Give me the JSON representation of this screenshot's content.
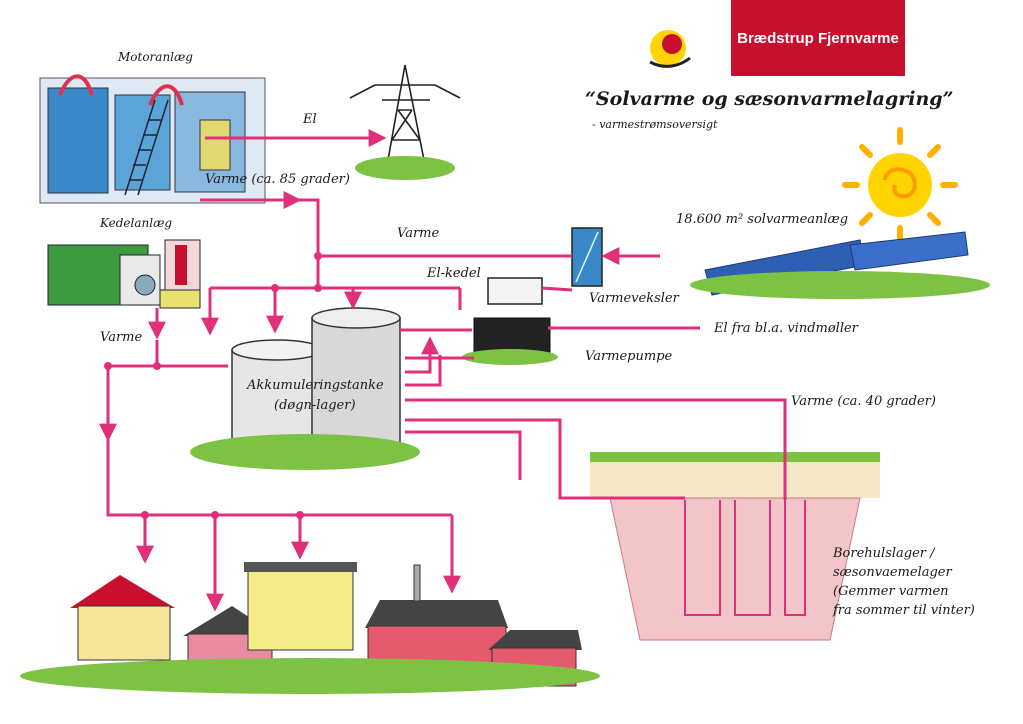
{
  "brand": {
    "name": "Brædstrup Fjernvarme",
    "color": "#c8102e"
  },
  "title": "“Solvarme og sæsonvarmelagring”",
  "subtitle": "- varmestrømsoversigt",
  "colors": {
    "pipe": "#e0307a",
    "grass": "#7dc242",
    "sun": "#ffd400",
    "panel": "#2f5fb3",
    "roof": "#c8102e"
  },
  "labels": {
    "motoranlaeg": "Motoranlæg",
    "el": "El",
    "varme_85": "Varme (ca. 85 grader)",
    "kedelanlaeg": "Kedelanlæg",
    "varme_top": "Varme",
    "solvarme": "18.600 m² solvarmeanlæg",
    "el_kedel": "El-kedel",
    "varmeveksler": "Varmeveksler",
    "el_vind": "El fra bl.a. vindmøller",
    "varme_left": "Varme",
    "varmepumpe": "Varmepumpe",
    "akkumulering": "Akkumuleringstanke",
    "doegnlager": "(døgn-lager)",
    "varme_40": "Varme (ca. 40 grader)",
    "borehul_1": "Borehulslager /",
    "borehul_2": "sæsonvaemelager",
    "borehul_3": "(Gemmer varmen",
    "borehul_4": "fra sommer til vinter)"
  }
}
